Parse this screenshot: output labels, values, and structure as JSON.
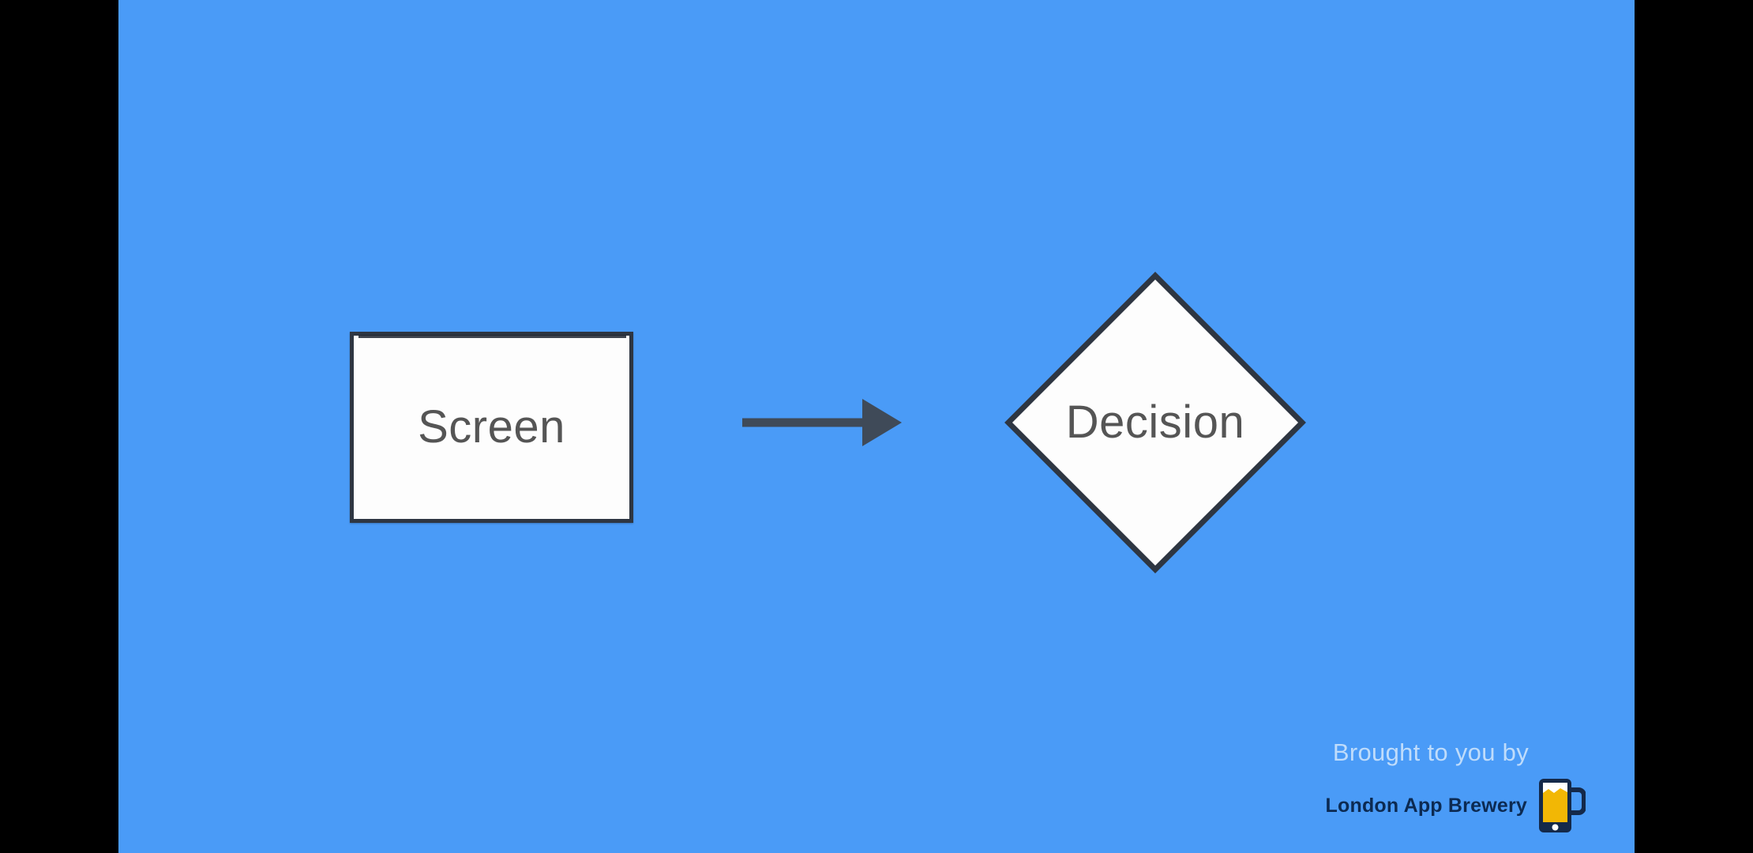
{
  "slide": {
    "background_color": "#4A9BF7",
    "letterbox_color": "#000000"
  },
  "diagram": {
    "type": "flowchart",
    "nodes": [
      {
        "id": "screen",
        "shape": "rectangle",
        "label": "Screen",
        "fill": "#FDFDFD",
        "stroke": "#2E3642",
        "text_color": "#555555"
      },
      {
        "id": "decision",
        "shape": "diamond",
        "label": "Decision",
        "fill": "#FDFDFD",
        "stroke": "#2E3642",
        "text_color": "#555555"
      }
    ],
    "edges": [
      {
        "id": "screen-to-decision",
        "from": "screen",
        "to": "decision",
        "label": "",
        "style": "solid-arrow",
        "color": "#3F4A58"
      }
    ]
  },
  "branding": {
    "tagline": "Brought to you by",
    "name": "London App Brewery",
    "tagline_color": "#BFDCFB",
    "name_color": "#0C2A52",
    "logo_icon": "beer-mug-phone-icon",
    "logo_colors": {
      "outline": "#14294A",
      "beer": "#F2B705",
      "foam": "#FFFFFF",
      "screen": "#FFFFFF"
    }
  }
}
